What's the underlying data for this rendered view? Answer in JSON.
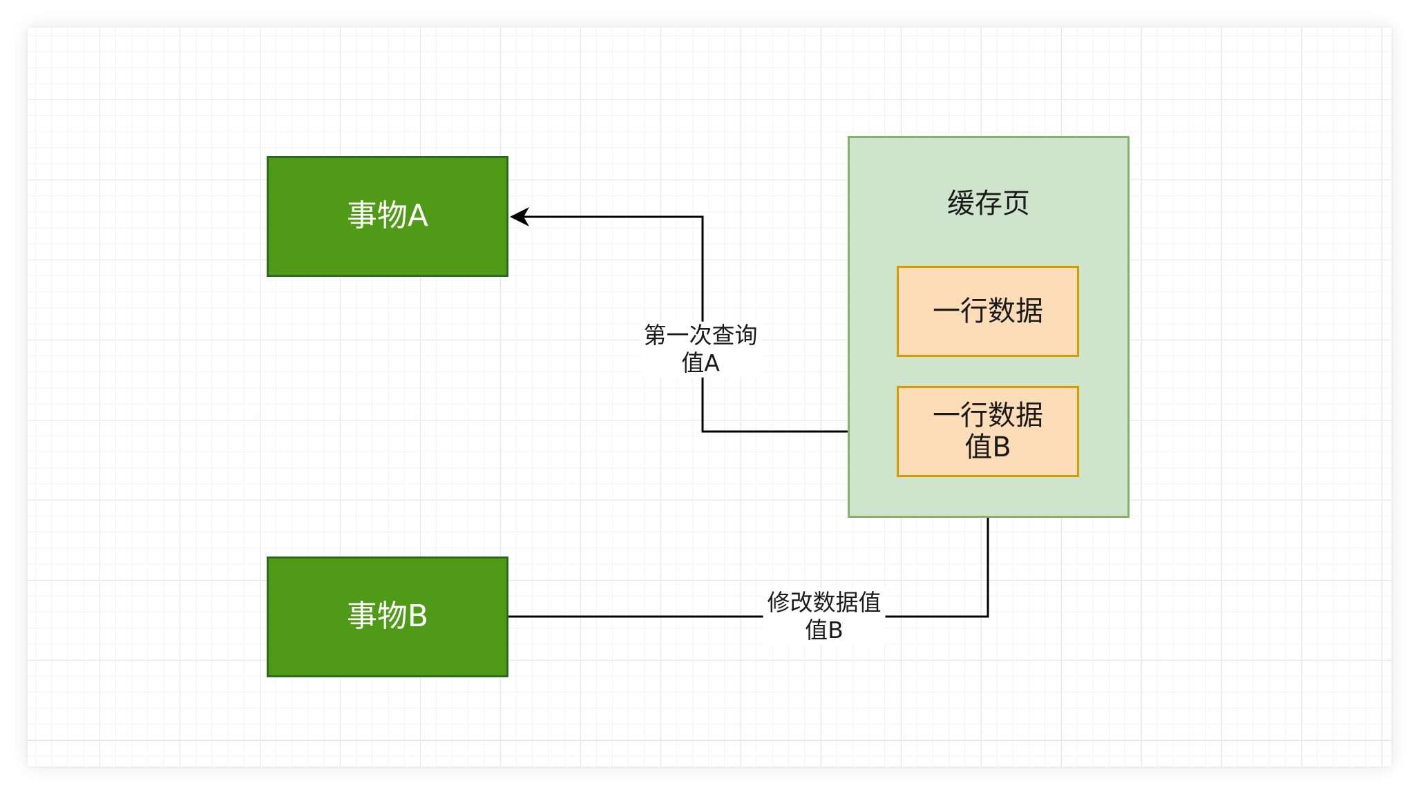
{
  "nodes": {
    "transaction_a": {
      "label": "事物A"
    },
    "transaction_b": {
      "label": "事物B"
    },
    "cache_page": {
      "label": "缓存页"
    },
    "row_1": {
      "label": "一行数据"
    },
    "row_2": {
      "label": "一行数据\n值B"
    }
  },
  "edges": {
    "first_query": {
      "label": "第一次查询\n值A"
    },
    "modify_value": {
      "label": "修改数据值\n值B"
    }
  },
  "colors": {
    "transaction_fill": "#4f9a16",
    "cache_fill": "#cfe4cc",
    "row_fill": "#fdddb8",
    "edge": "#000000"
  }
}
